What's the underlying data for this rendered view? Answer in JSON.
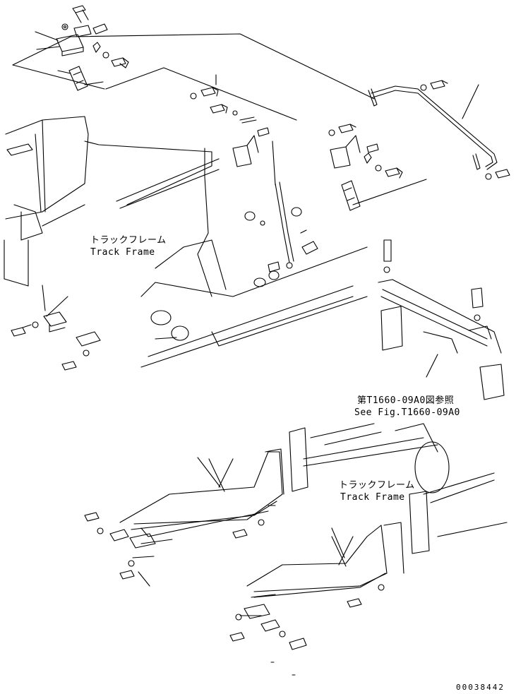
{
  "labels": {
    "track_frame_upper_jp": "トラックフレーム",
    "track_frame_upper_en": "Track Frame",
    "see_fig_jp": "第T1660-09A0図参照",
    "see_fig_en": "See Fig.T1660-09A0",
    "track_frame_lower_jp": "トラックフレーム",
    "track_frame_lower_en": "Track Frame",
    "drawing_code": "00038442"
  },
  "colors": {
    "line": "#000000",
    "paper": "#ffffff"
  }
}
